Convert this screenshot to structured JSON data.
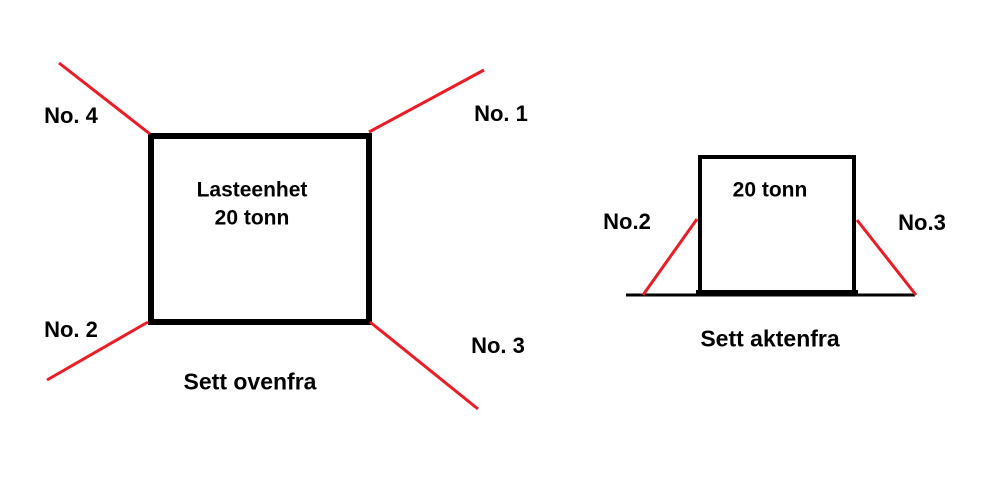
{
  "colors": {
    "sling": "#ed1c24",
    "outline": "#000000",
    "background": "#ffffff"
  },
  "top_view": {
    "load_label_line1": "Lasteenhet",
    "load_label_line2": "20 tonn",
    "caption": "Sett ovenfra",
    "sling_labels": {
      "no1": "No. 1",
      "no2": "No. 2",
      "no3": "No. 3",
      "no4": "No. 4"
    }
  },
  "aft_view": {
    "load_label": "20 tonn",
    "caption": "Sett aktenfra",
    "sling_labels": {
      "no2": "No.2",
      "no3": "No.3"
    }
  }
}
